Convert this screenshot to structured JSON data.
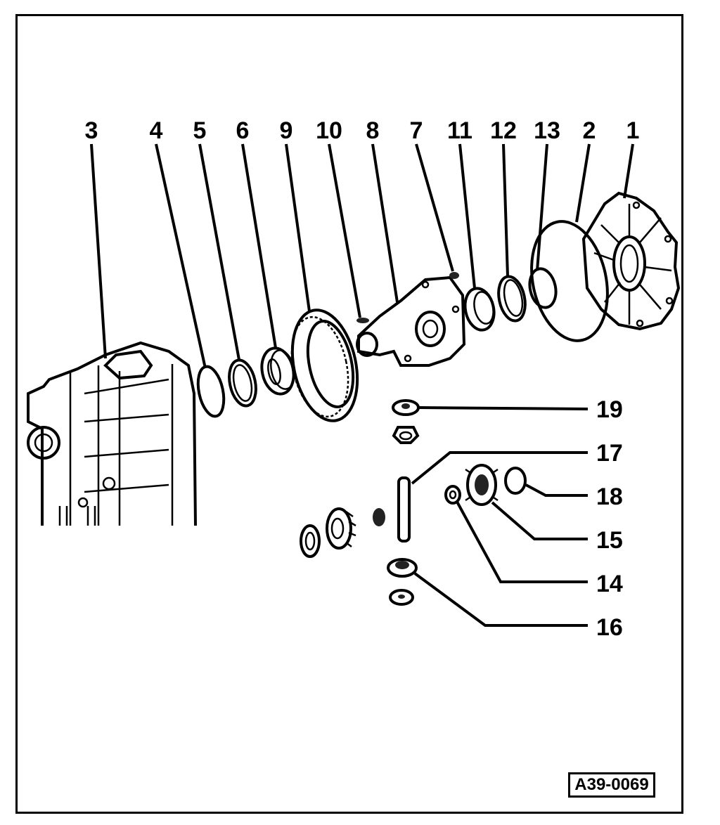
{
  "callouts": {
    "c1": "1",
    "c2": "2",
    "c3": "3",
    "c4": "4",
    "c5": "5",
    "c6": "6",
    "c7": "7",
    "c8": "8",
    "c9": "9",
    "c10": "10",
    "c11": "11",
    "c12": "12",
    "c13": "13",
    "c14": "14",
    "c15": "15",
    "c16": "16",
    "c17": "17",
    "c18": "18",
    "c19": "19"
  },
  "reference_code": "A39-0069",
  "icons": [
    "housing-icon",
    "cover-icon",
    "gasket-icon",
    "ring-icon",
    "bearing-icon",
    "crown-wheel-icon",
    "differential-case-icon",
    "pinion-icon",
    "shaft-icon",
    "washer-icon"
  ]
}
